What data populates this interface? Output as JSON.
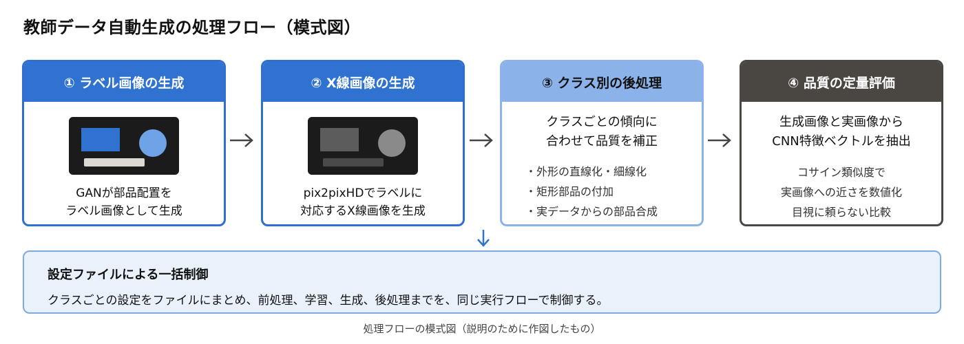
{
  "title": "教師データ自動生成の処理フロー（模式図）",
  "steps": [
    {
      "header": "① ラベル画像の生成",
      "caption_lines": [
        "GANが部品配置を",
        "ラベル画像として生成"
      ]
    },
    {
      "header": "② X線画像の生成",
      "caption_lines": [
        "pix2pixHDでラベルに",
        "対応するX線画像を生成"
      ]
    },
    {
      "header": "③ クラス別の後処理",
      "desc_lines": [
        "クラスごとの傾向に",
        "合わせて品質を補正"
      ],
      "bullets": [
        "・外形の直線化・細線化",
        "・矩形部品の付加",
        "・実データからの部品合成"
      ]
    },
    {
      "header": "④ 品質の定量評価",
      "desc_lines": [
        "生成画像と実画像から",
        "CNN特徴ベクトルを抽出"
      ],
      "sub_lines": [
        "コサイン類似度で",
        "実画像への近さを数値化",
        "目視に頼らない比較"
      ]
    }
  ],
  "icons": {
    "flow_arrow": "arrow-right-icon",
    "down_arrow": "arrow-down-icon"
  },
  "colors": {
    "primary": "#2f72d0",
    "light": "#8bb3ea",
    "dark": "#4a4743",
    "down_arrow": "#2f72d0",
    "bottom_bg": "#e9f1fb"
  },
  "bottom": {
    "title": "設定ファイルによる一括制御",
    "text": "クラスごとの設定をファイルにまとめ、前処理、学習、生成、後処理までを、同じ実行フローで制御する。"
  },
  "footnote": "処理フローの模式図（説明のために作図したもの）"
}
